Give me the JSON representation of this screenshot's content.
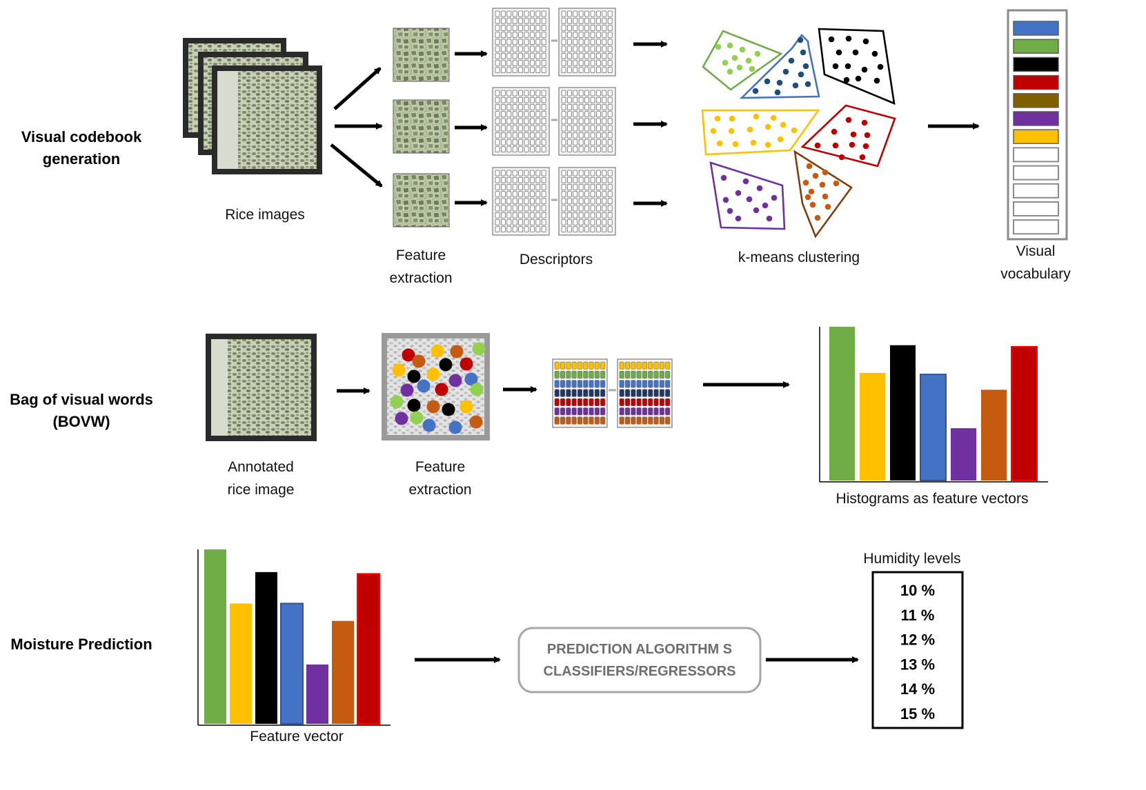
{
  "stages": {
    "codebook": [
      "Visual codebook",
      "generation"
    ],
    "bovw": [
      "Bag of visual words",
      "(BOVW)"
    ],
    "prediction": "Moisture Prediction"
  },
  "captions": {
    "rice_images": "Rice images",
    "feature_extraction": [
      "Feature",
      "extraction"
    ],
    "descriptors": "Descriptors",
    "kmeans": "k-means clustering",
    "vocabulary": [
      "Visual",
      "vocabulary"
    ],
    "annotated": [
      "Annotated",
      "rice image"
    ],
    "feature_extraction_2": [
      "Feature",
      "extraction"
    ],
    "histograms": "Histograms as feature vectors",
    "feature_vector": "Feature vector"
  },
  "algorithm": [
    "PREDICTION ALGORITHM S",
    "CLASSIFIERS/REGRESSORS"
  ],
  "humidity": {
    "title": "Humidity levels",
    "levels": [
      "10 %",
      "11 %",
      "12 %",
      "13 %",
      "14 %",
      "15 %"
    ]
  },
  "colors": {
    "green": "#70ad47",
    "yellow": "#ffc000",
    "black": "#000000",
    "blue": "#4472c4",
    "purple": "#7030a0",
    "orange": "#c55a11",
    "red": "#c00000",
    "brown": "#7f6000",
    "lightgreen": "#92d050",
    "arrow": "#000000"
  },
  "vocabulary_colors": [
    "#4472c4",
    "#70ad47",
    "#000000",
    "#c00000",
    "#7f6000",
    "#7030a0",
    "#ffc000"
  ],
  "vocabulary_empty_slots": 5,
  "chart_data": [
    {
      "type": "bar",
      "categories": [
        "green",
        "yellow",
        "black",
        "blue",
        "purple",
        "orange",
        "red"
      ],
      "values": [
        100,
        70,
        88,
        69,
        34,
        59,
        87
      ],
      "title": "",
      "xlabel": "Histograms as feature vectors",
      "ylabel": ""
    },
    {
      "type": "bar",
      "categories": [
        "green",
        "yellow",
        "black",
        "blue",
        "purple",
        "orange",
        "red"
      ],
      "values": [
        100,
        69,
        87,
        69,
        34,
        59,
        86
      ],
      "title": "",
      "xlabel": "Feature vector",
      "ylabel": ""
    }
  ]
}
